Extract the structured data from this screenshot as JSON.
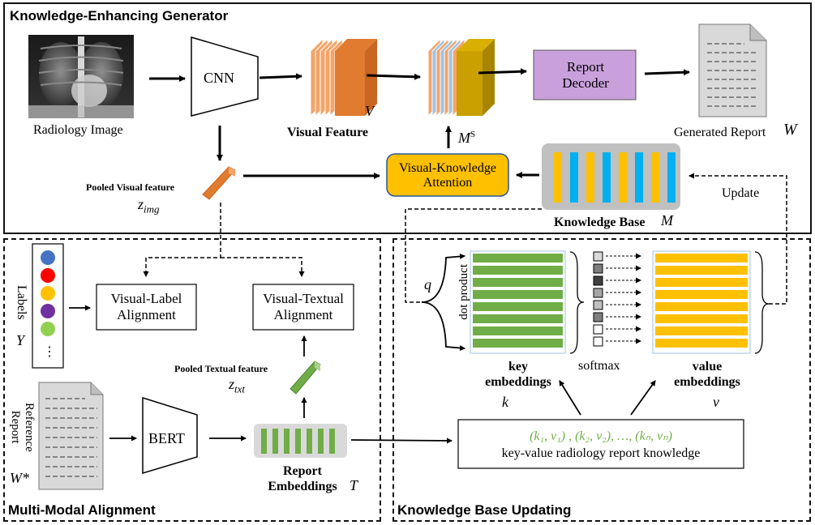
{
  "panels": {
    "generator_title": "Knowledge-Enhancing Generator",
    "alignment_title": "Multi-Modal Alignment",
    "kb_update_title": "Knowledge Base Updating"
  },
  "nodes": {
    "radiology_image": "Radiology Image",
    "cnn": "CNN",
    "visual_feature": "Visual Feature",
    "visual_feature_sym": "V",
    "ms_sym": "M",
    "ms_sup": "S",
    "report_decoder": "Report Decoder",
    "generated_report": "Generated Report",
    "generated_report_sym": "W",
    "pooled_visual": "Pooled Visual feature",
    "pooled_visual_sym": "z",
    "pooled_visual_sub": "img",
    "vk_attention": "Visual-Knowledge Attention",
    "knowledge_base": "Knowledge Base",
    "knowledge_base_sym": "M",
    "update": "Update",
    "labels": "Labels",
    "labels_sym": "Y",
    "visual_label": "Visual-Label Alignment",
    "visual_textual": "Visual-Textual Alignment",
    "pooled_textual": "Pooled Textual feature",
    "pooled_textual_sym": "z",
    "pooled_textual_sub": "txt",
    "reference_report": "Reference Report",
    "reference_sym": "W*",
    "bert": "BERT",
    "report_embeddings": "Report Embeddings",
    "report_embeddings_sym": "T",
    "q_sym": "q",
    "dot_product": "dot product",
    "key_embeddings": "key embeddings",
    "key_sym": "k",
    "softmax": "softmax",
    "value_embeddings": "value embeddings",
    "value_sym": "v",
    "kv_formula": "(k₁, v₁) , (k₂, v₂), …, (kₙ, vₙ)",
    "kv_caption": "key-value radiology report knowledge",
    "ellipsis": "⋮"
  },
  "colors": {
    "orange": "#e07b30",
    "orange_light": "#f4a468",
    "gold": "#c9a000",
    "decoder_purple": "#c9a0dc",
    "attention_yellow": "#ffc000",
    "kb_gray": "#c0c0c0",
    "kb_yellow": "#ffc000",
    "kb_blue": "#00b0f0",
    "green": "#70ad47",
    "label_dots": [
      "#4472c4",
      "#ff0000",
      "#ffc000",
      "#7030a0",
      "#92d050"
    ]
  }
}
